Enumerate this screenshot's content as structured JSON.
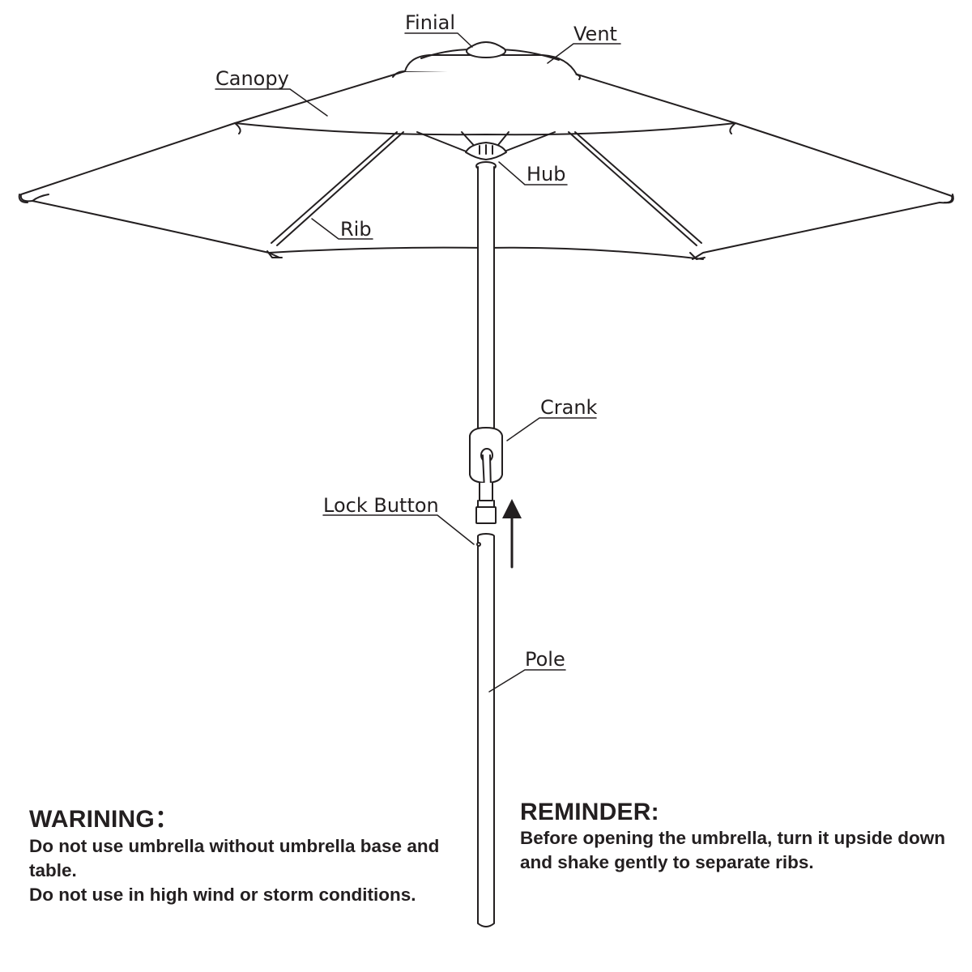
{
  "labels": {
    "finial": "Finial",
    "vent": "Vent",
    "canopy": "Canopy",
    "hub": "Hub",
    "rib": "Rib",
    "crank": "Crank",
    "lock_button": "Lock Button",
    "pole": "Pole"
  },
  "warning": {
    "title": "WARINING",
    "title_suffix": "：",
    "lines": [
      "Do not use umbrella without umbrella base and table.",
      "Do not use in high wind or storm conditions."
    ]
  },
  "reminder": {
    "title": "REMINDER:",
    "lines": [
      "Before opening the umbrella, turn it upside down and shake gently to separate ribs."
    ]
  },
  "colors": {
    "ink": "#231f20",
    "background": "#ffffff"
  }
}
